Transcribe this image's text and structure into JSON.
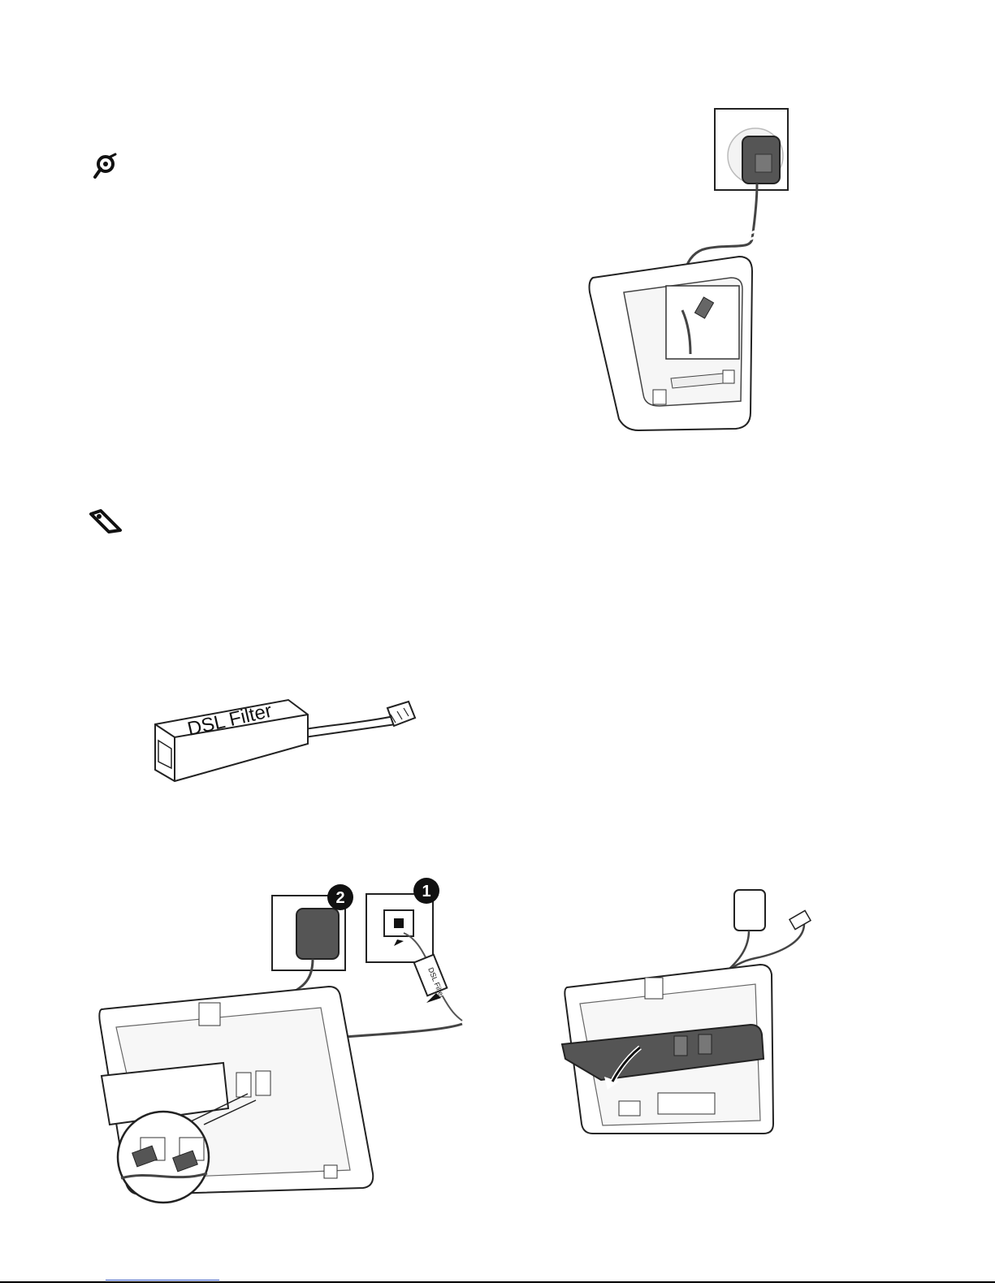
{
  "figures": {
    "dsl_filter": {
      "label": "DSL Filter"
    },
    "connection": {
      "step_1": "1",
      "step_2": "2",
      "filter_label": "DSL Filter"
    }
  },
  "colors": {
    "ink": "#1a1a1a",
    "line_gray": "#8c8c8c",
    "cover_gray": "#555555",
    "link_blue": "#2f55c8"
  },
  "icons": [
    "tip-icon",
    "note-icon"
  ]
}
